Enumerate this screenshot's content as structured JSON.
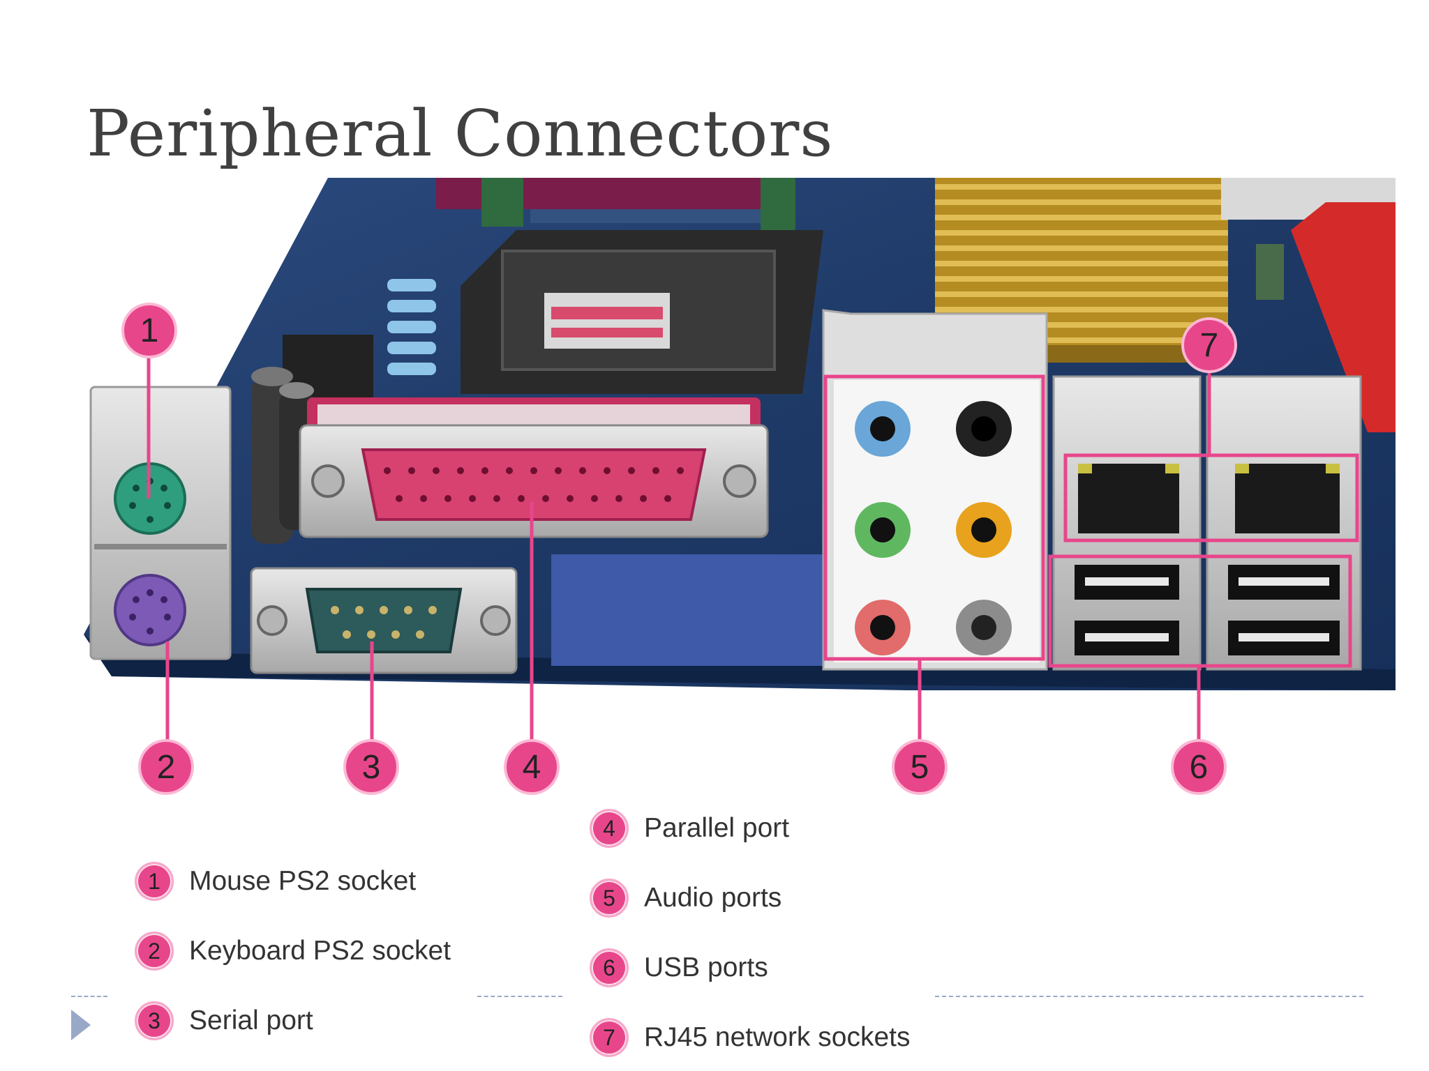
{
  "slide": {
    "title": "Peripheral Connectors"
  },
  "callouts": [
    {
      "number": "1"
    },
    {
      "number": "2"
    },
    {
      "number": "3"
    },
    {
      "number": "4"
    },
    {
      "number": "5"
    },
    {
      "number": "6"
    },
    {
      "number": "7"
    }
  ],
  "legend": {
    "items": [
      {
        "number": "1",
        "label": "Mouse PS2 socket"
      },
      {
        "number": "2",
        "label": "Keyboard PS2 socket"
      },
      {
        "number": "3",
        "label": "Serial port"
      },
      {
        "number": "4",
        "label": "Parallel port"
      },
      {
        "number": "5",
        "label": "Audio ports"
      },
      {
        "number": "6",
        "label": "USB ports"
      },
      {
        "number": "7",
        "label": "RJ45 network sockets"
      }
    ]
  },
  "colors": {
    "callout": "#e8468b",
    "board": "#1f3d6e",
    "parallel": "#c4305f",
    "audio_blue": "#6aa6d8",
    "audio_green": "#5fb860",
    "audio_orange": "#e8a21d",
    "audio_pink": "#e26b6b",
    "audio_black": "#222222",
    "audio_grey": "#8c8c8c"
  }
}
